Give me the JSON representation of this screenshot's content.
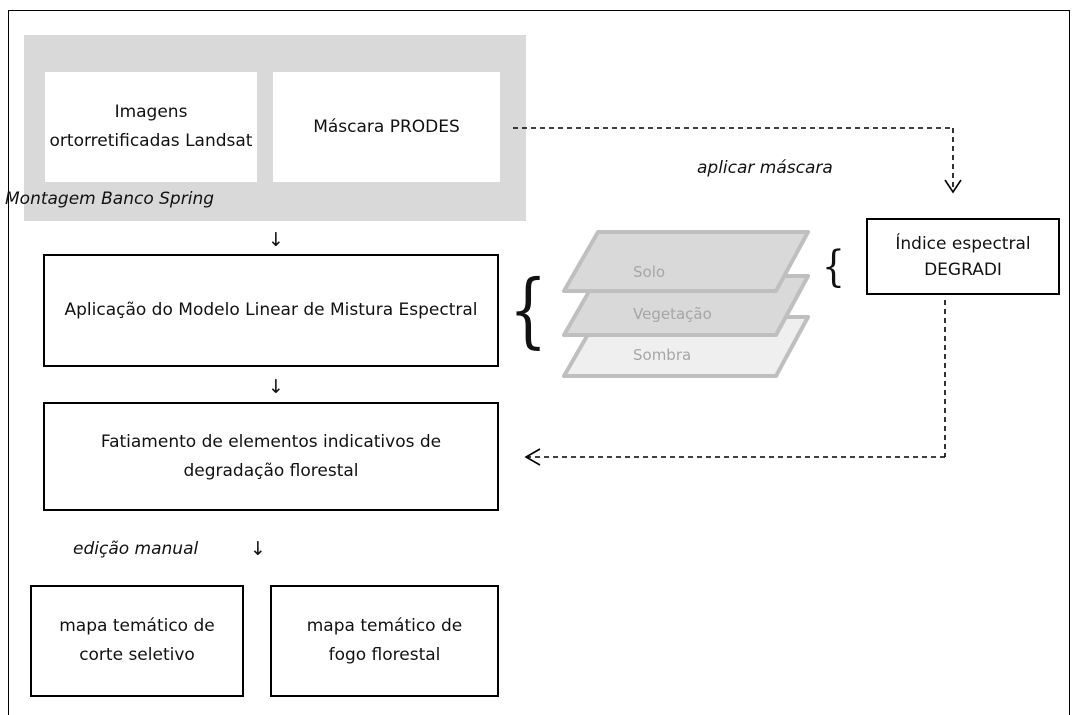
{
  "blocks": {
    "landsat_images": "Imagens ortorretificadas Landsat",
    "prodes_mask": "Máscara PRODES",
    "spring_database": "Montagem Banco Spring",
    "mixture_model": "Aplicação do Modelo Linear de Mistura Espectral",
    "slicing": "Fatiamento de elementos indicativos de degradação florestal",
    "degradi_index": "Índice espectral DEGRADI",
    "map_selective_logging": "mapa temático de corte seletivo",
    "map_forest_fire": "mapa temático de fogo florestal"
  },
  "labels": {
    "apply_mask": "aplicar máscara",
    "manual_edit": "edição manual"
  },
  "layers": [
    "Solo",
    "Vegetação",
    "Sombra"
  ],
  "colors": {
    "panel": "#d9d9d9",
    "layer_fill": "#d9d9d9",
    "layer_fill_bottom": "#efefef",
    "layer_stroke": "#bfbfbf"
  }
}
